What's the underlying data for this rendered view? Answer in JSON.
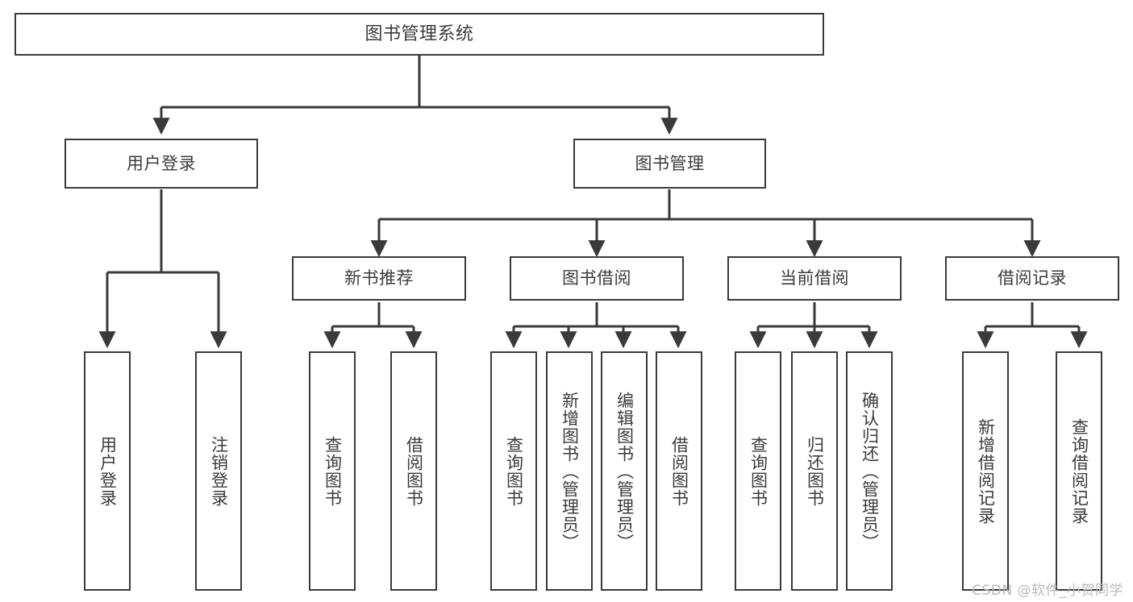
{
  "diagram": {
    "title": "图书管理系统",
    "type": "tree",
    "watermark": "CSDN @软件_小贺同学",
    "colors": {
      "box_border": "#3a3a3a",
      "box_fill": "#ffffff",
      "connector": "#3a3a3a",
      "text": "#3b3b3b",
      "watermark": "#b9b9b9",
      "background": "#ffffff"
    },
    "nodes": {
      "root": {
        "label": "图书管理系统"
      },
      "level2": [
        {
          "label": "用户登录"
        },
        {
          "label": "图书管理"
        }
      ],
      "level3": [
        {
          "label": "新书推荐"
        },
        {
          "label": "图书借阅"
        },
        {
          "label": "当前借阅"
        },
        {
          "label": "借阅记录"
        }
      ],
      "leaves_user_login": [
        {
          "label": "用户登录"
        },
        {
          "label": "注销登录"
        }
      ],
      "leaves_new_book": [
        {
          "label": "查询图书"
        },
        {
          "label": "借阅图书"
        }
      ],
      "leaves_borrow": [
        {
          "label": "查询图书"
        },
        {
          "label": "新增图书（管理员）"
        },
        {
          "label": "编辑图书（管理员）"
        },
        {
          "label": "借阅图书"
        }
      ],
      "leaves_current": [
        {
          "label": "查询图书"
        },
        {
          "label": "归还图书"
        },
        {
          "label": "确认归还（管理员）"
        }
      ],
      "leaves_records": [
        {
          "label": "新增借阅记录"
        },
        {
          "label": "查询借阅记录"
        }
      ]
    }
  }
}
